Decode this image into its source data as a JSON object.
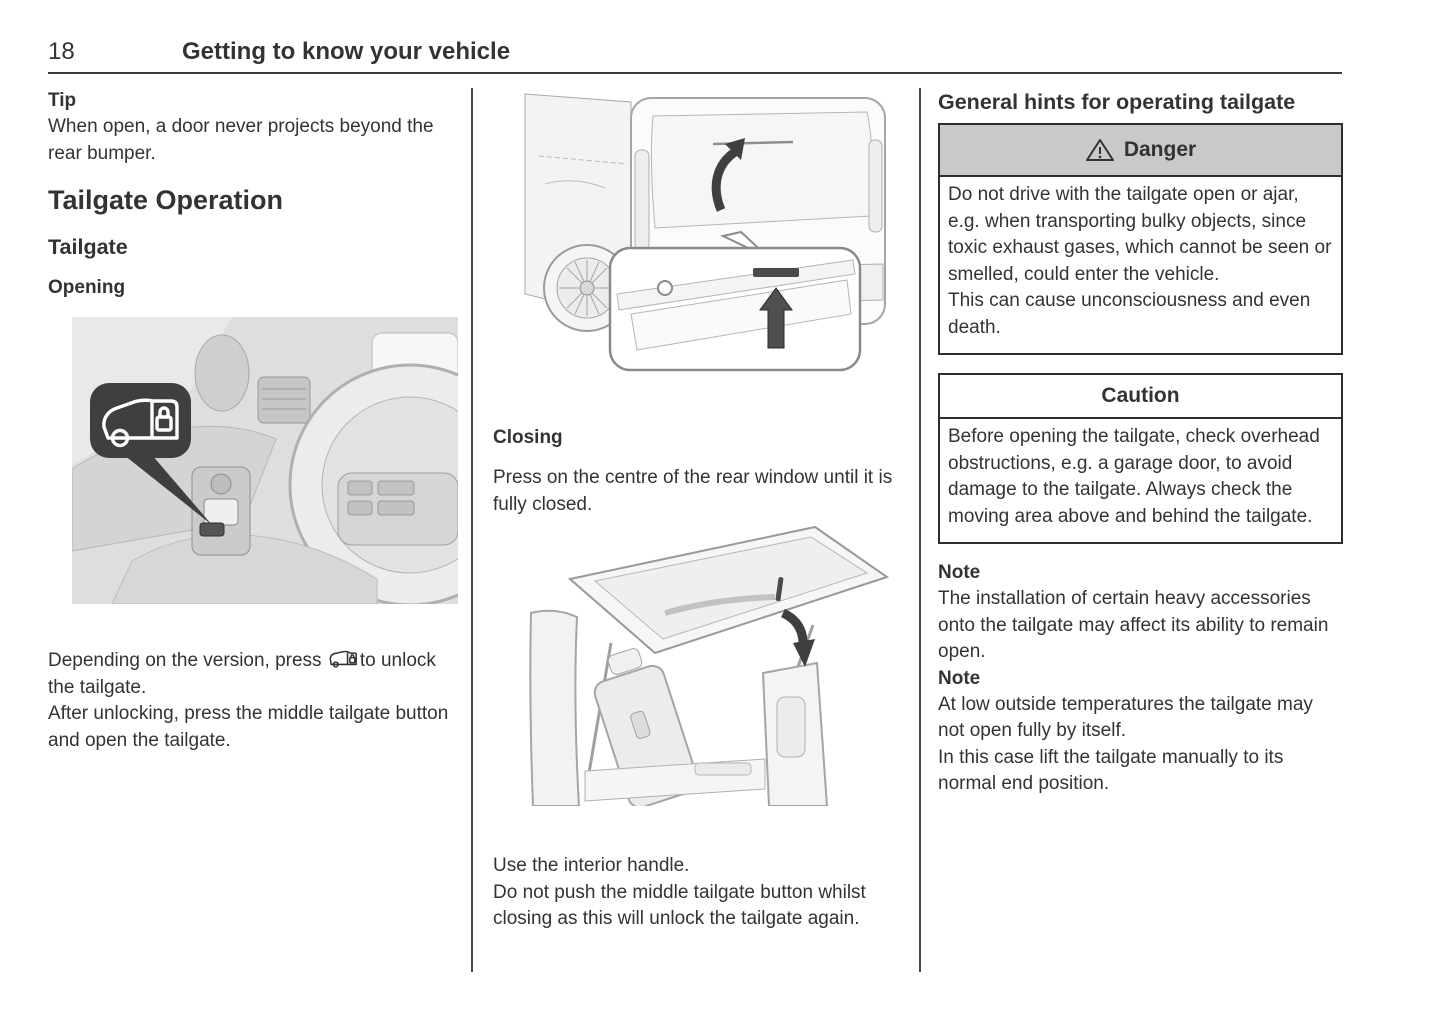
{
  "page": {
    "number": "18",
    "title": "Getting to know your vehicle"
  },
  "col1": {
    "tip_label": "Tip",
    "tip_body": "When open, a door never projects beyond the rear bumper.",
    "section_heading": "Tailgate Operation",
    "sub_heading": "Tailgate",
    "opening_heading": "Opening",
    "unlock_pre": "Depending on the version, press ",
    "unlock_icon": "tailgate-unlock-icon",
    "unlock_post": "to unlock the tailgate.",
    "after_unlock": "After unlocking, press the middle tailgate button and open the tailgate."
  },
  "col2": {
    "closing_heading": "Closing",
    "closing_body": "Press on the centre of the rear window until it is fully closed.",
    "handle_line": "Use the interior handle.",
    "warning_line": "Do not push the middle tailgate button whilst closing as this will unlock the tailgate again."
  },
  "col3": {
    "heading": "General hints for operating tailgate",
    "danger": {
      "title": "Danger",
      "icon": "warning-triangle-icon",
      "body": [
        "Do not drive with the tailgate open or ajar, e.g. when transporting bulky objects, since toxic exhaust gases, which cannot be seen or smelled, could enter the vehicle.",
        "This can cause unconsciousness and even death."
      ]
    },
    "caution": {
      "title": "Caution",
      "body": [
        "Before opening the tailgate, check overhead obstructions, e.g. a garage door, to avoid damage to the tailgate. Always check the moving area above and behind the tailgate."
      ]
    },
    "notes": [
      {
        "label": "Note",
        "lines": [
          "The installation of certain heavy accessories onto the tailgate may affect its ability to remain open."
        ]
      },
      {
        "label": "Note",
        "lines": [
          "At low outside temperatures the tailgate may not open fully by itself.",
          "In this case lift the tailgate manually to its normal end position."
        ]
      }
    ]
  },
  "colors": {
    "text": "#333333",
    "rule": "#3a3a3a",
    "box_border": "#2e2e2e",
    "danger_header_bg": "#c9c9c9",
    "figure_bg": "#dedede",
    "callout_bg": "#3f3f3f"
  }
}
